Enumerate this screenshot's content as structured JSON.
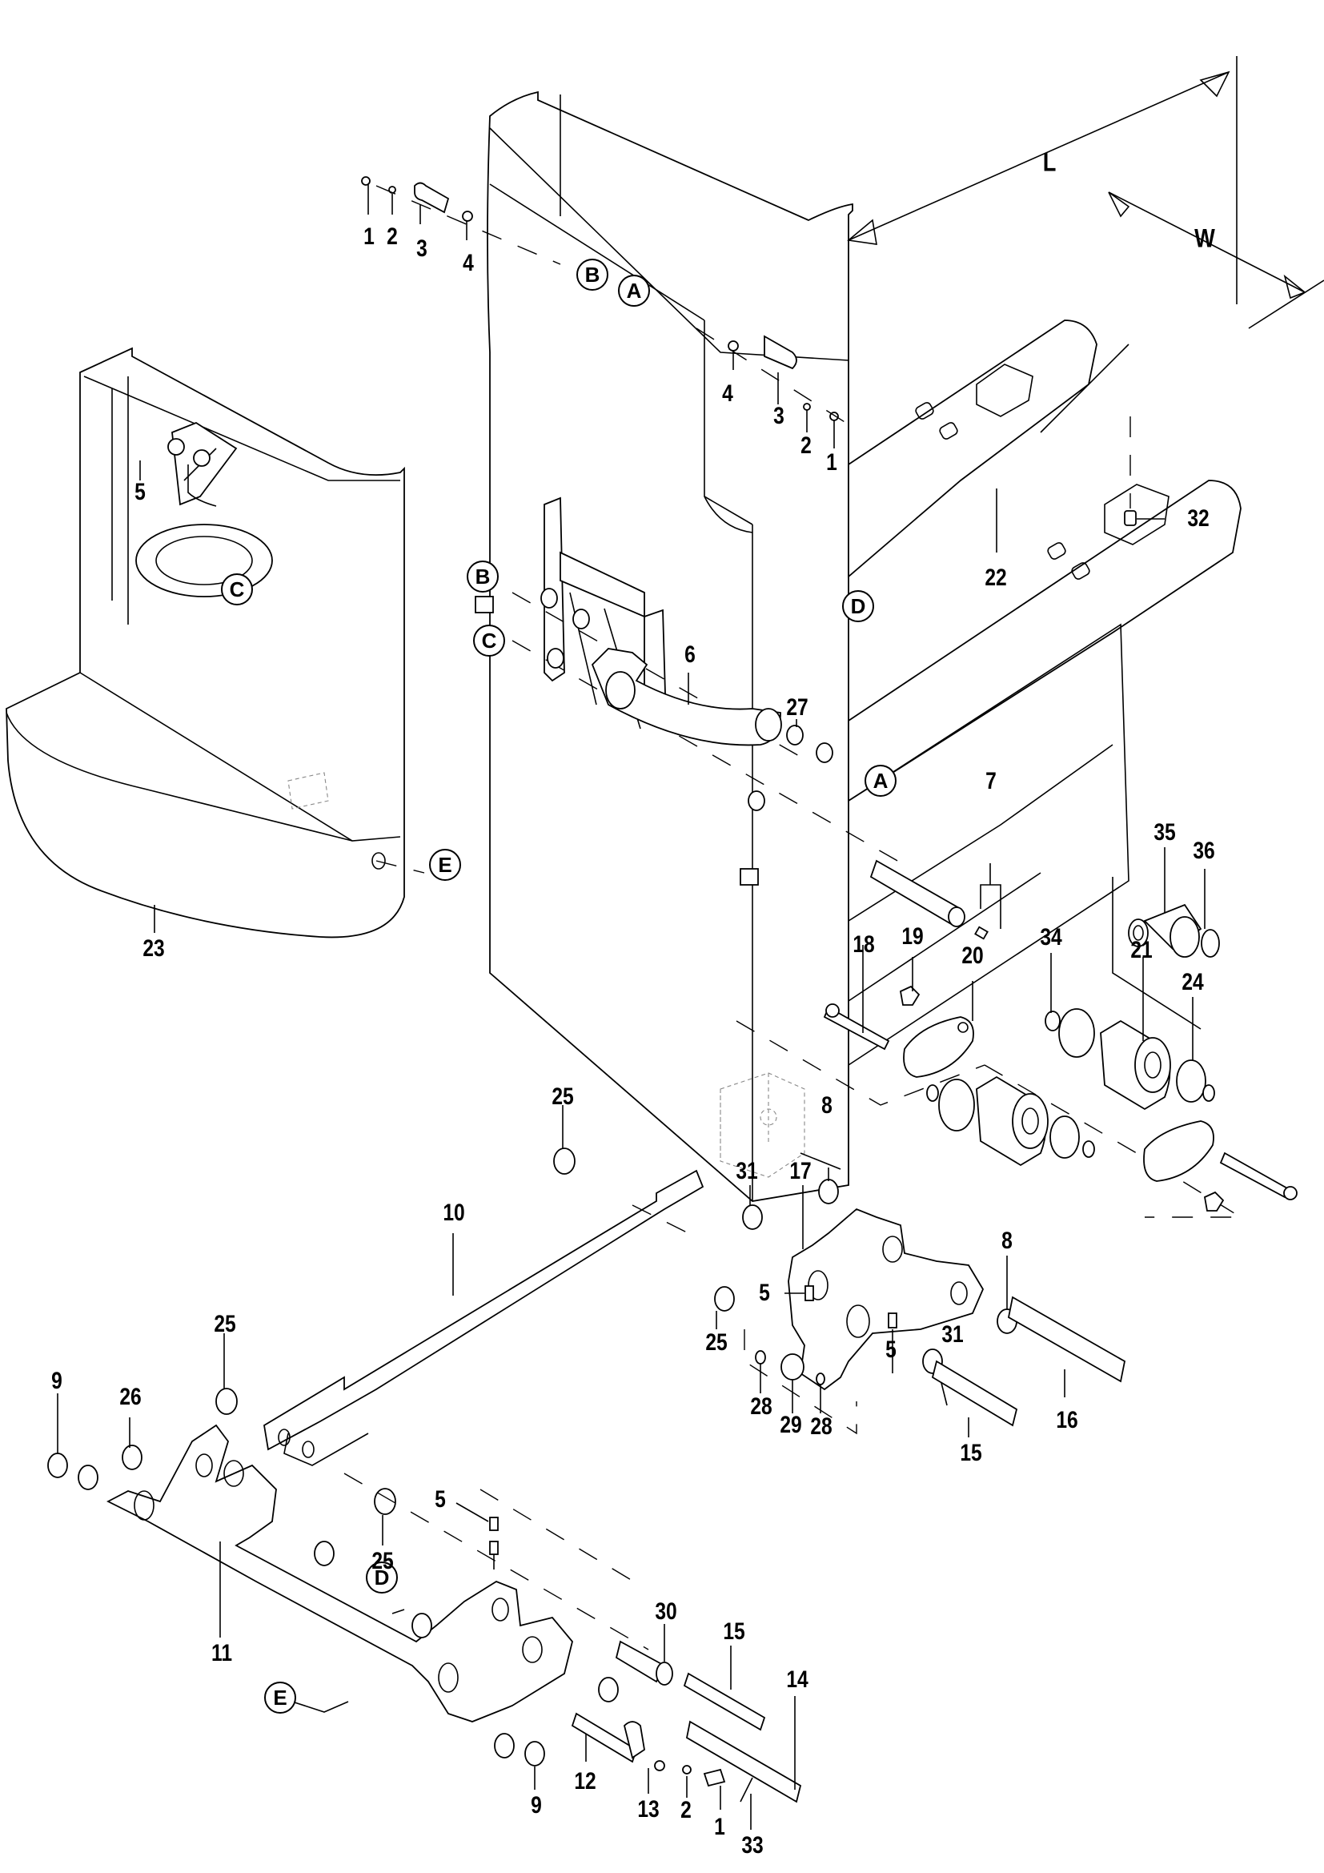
{
  "diagram": {
    "type": "exploded-parts-drawing",
    "subject": "pallet truck chassis, fork frame and load roller linkage",
    "dimension_labels": [
      {
        "id": "length",
        "label": "L"
      },
      {
        "id": "width",
        "label": "W"
      }
    ],
    "reference_markers": {
      "top_frame": [
        {
          "label": "B"
        },
        {
          "label": "A"
        }
      ],
      "chassis": [
        {
          "label": "C"
        },
        {
          "label": "E"
        }
      ],
      "fork_frame": [
        {
          "label": "D"
        }
      ],
      "arm_6": [
        {
          "label": "B"
        },
        {
          "label": "C"
        },
        {
          "label": "A"
        }
      ],
      "lower_lever": [
        {
          "label": "D"
        },
        {
          "label": "E"
        }
      ]
    },
    "callouts": {
      "top_left_pin_group": [
        "1",
        "2",
        "3",
        "4"
      ],
      "top_right_pin_group": [
        "4",
        "3",
        "2",
        "1"
      ],
      "chassis": [
        "5",
        "23"
      ],
      "fork_frame": [
        "22",
        "32"
      ],
      "arm": [
        "6",
        "27",
        "7"
      ],
      "roller_upper": [
        "35",
        "36",
        "19",
        "18",
        "20",
        "34",
        "21",
        "24"
      ],
      "roller_lower": [
        "8",
        "31",
        "17",
        "8",
        "25",
        "5",
        "31",
        "5",
        "28",
        "29",
        "28",
        "15",
        "16"
      ],
      "push_rod": [
        "25",
        "10",
        "25",
        "25"
      ],
      "lever": [
        "9",
        "26",
        "5",
        "11",
        "9",
        "12",
        "13",
        "2",
        "1",
        "30",
        "15",
        "14",
        "33"
      ]
    }
  }
}
